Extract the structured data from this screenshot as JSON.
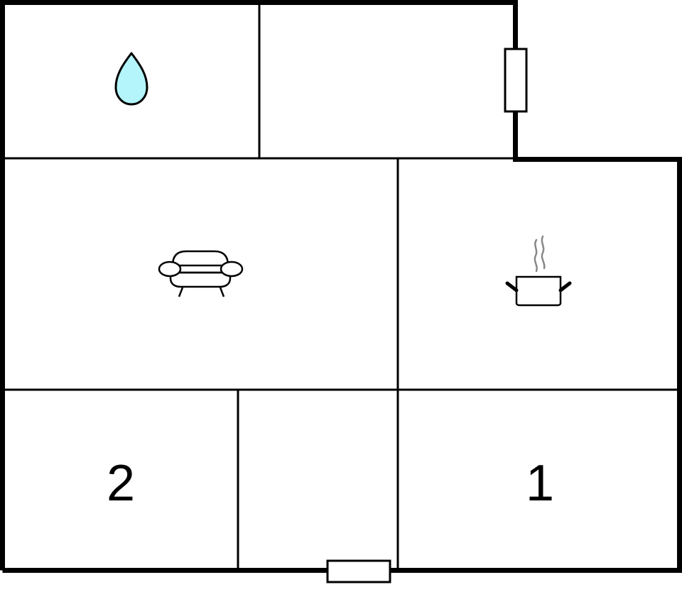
{
  "diagram": {
    "type": "floor-plan",
    "colors": {
      "wall": "#000000",
      "background": "#ffffff",
      "water_fill": "#b3f5fa",
      "steam": "#888888"
    },
    "rooms": [
      {
        "id": "bathroom",
        "icon": "water-drop-icon",
        "label": ""
      },
      {
        "id": "hallway-top",
        "icon": "",
        "label": ""
      },
      {
        "id": "living-room",
        "icon": "sofa-icon",
        "label": ""
      },
      {
        "id": "kitchen",
        "icon": "cooking-pot-icon",
        "label": ""
      },
      {
        "id": "bedroom-2",
        "icon": "",
        "label": "2"
      },
      {
        "id": "entry",
        "icon": "",
        "label": ""
      },
      {
        "id": "bedroom-1",
        "icon": "",
        "label": "1"
      }
    ],
    "openings": [
      {
        "id": "door-right-upper",
        "icon": "door-icon"
      },
      {
        "id": "door-bottom",
        "icon": "door-icon"
      }
    ]
  }
}
